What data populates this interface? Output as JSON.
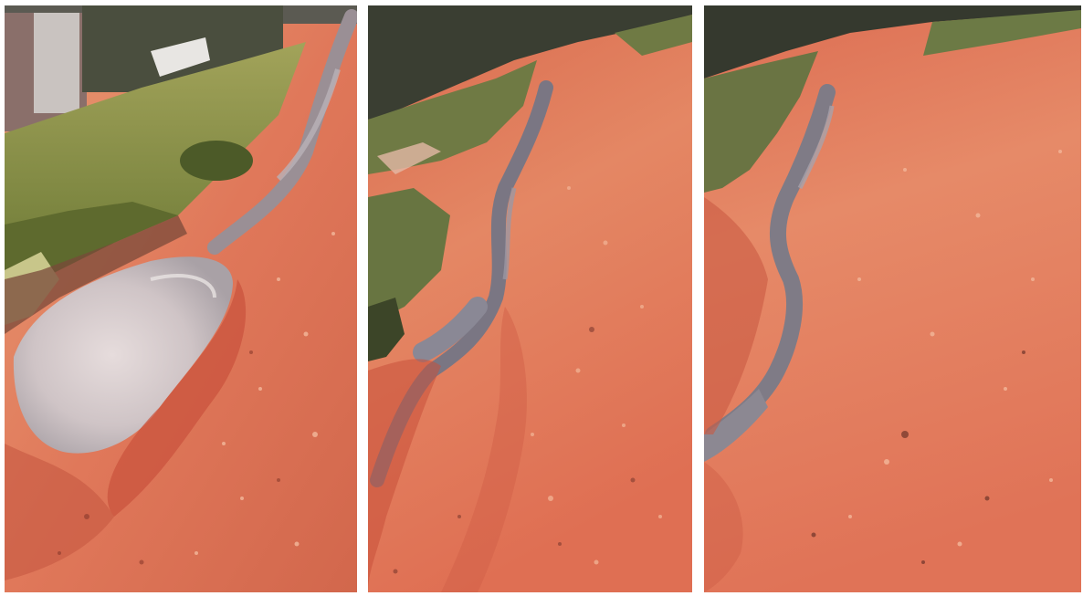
{
  "panels": [
    {
      "id": "left",
      "scene": "puddled-drain-with-grass-verge"
    },
    {
      "id": "middle",
      "scene": "narrow-drain-channel"
    },
    {
      "id": "right",
      "scene": "wide-dirt-road-with-drain"
    }
  ],
  "colors": {
    "laterite_light": "#e88a64",
    "laterite_mid": "#d9624a",
    "laterite_dark": "#b8402f",
    "grass": "#8f9a48",
    "grass_dark": "#4e5a2a",
    "water": "#8d8f99",
    "water_light": "#d7cfcf",
    "foliage": "#3b4030"
  }
}
